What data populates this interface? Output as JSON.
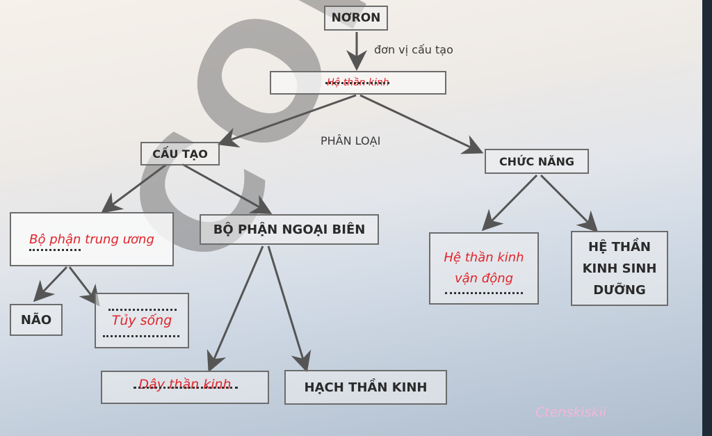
{
  "watermark": "CONT",
  "nodes": {
    "neuron": "NƠRON",
    "unit_label": "đơn vị cấu tạo",
    "nervous_system": "Hệ thần kinh",
    "classification_label": "PHÂN LOẠI",
    "structure": "CẤU TẠO",
    "function": "CHỨC NĂNG",
    "central": "Bộ phận trung ương",
    "peripheral": "BỘ PHẬN NGOẠI BIÊN",
    "somatic": "Hệ thần kinh vận động",
    "autonomic": "HỆ THẦN KINH SINH DƯỠNG",
    "brain": "NÃO",
    "spinal_cord": "Tủy sống",
    "nerves": "Dây thần kinh",
    "ganglia": "HẠCH THẦN KINH"
  },
  "credit": "Ctenskiskii",
  "colors": {
    "answer": "#e0242a",
    "box_border": "#6c6c6c",
    "arrow": "#555555",
    "credit": "#f2b8d8"
  }
}
